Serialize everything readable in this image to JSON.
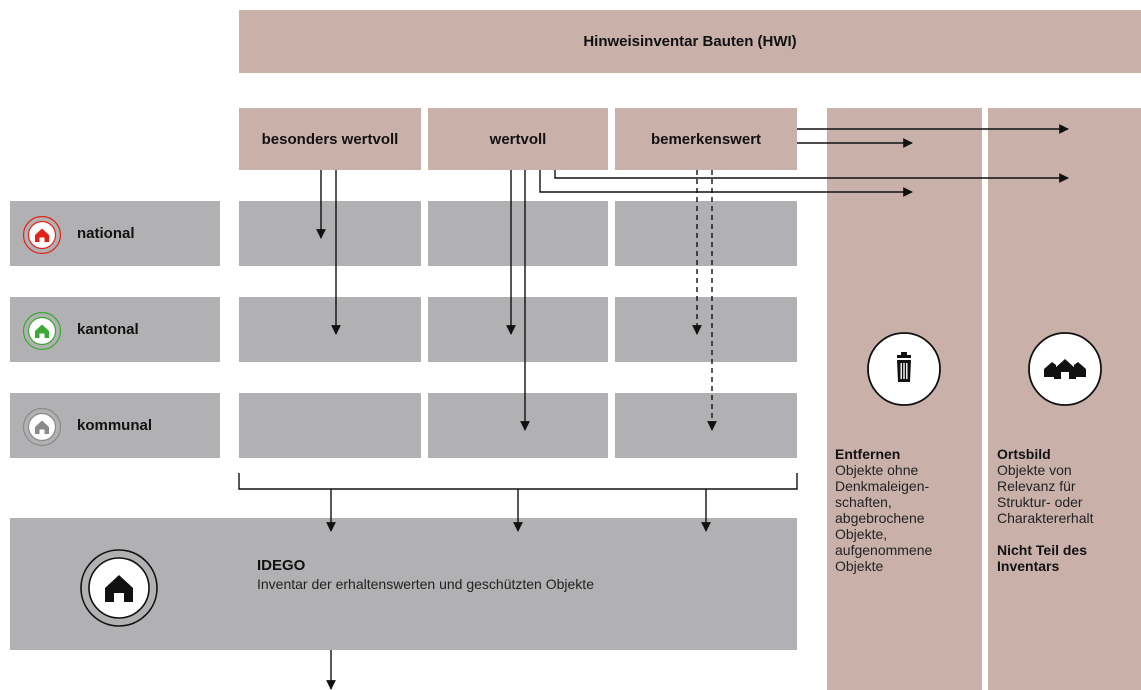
{
  "header": {
    "title": "Hinweisinventar Bauten (HWI)"
  },
  "categories": [
    {
      "label": "besonders wertvoll"
    },
    {
      "label": "wertvoll"
    },
    {
      "label": "bemerkenswert"
    }
  ],
  "levels": [
    {
      "label": "national",
      "color": "#e2231a"
    },
    {
      "label": "kantonal",
      "color": "#3aa935"
    },
    {
      "label": "kommunal",
      "color": "#8a8a8a"
    }
  ],
  "idego": {
    "title": "IDEGO",
    "subtitle": "Inventar der erhaltenswerten und geschützten Objekte"
  },
  "entfernen": {
    "title": "Entfernen",
    "lines": [
      "Objekte ohne",
      "Denkmaleigen-",
      "schaften,",
      "abgebrochene",
      "Objekte,",
      "aufgenommene",
      "Objekte"
    ],
    "icon": "trash-icon"
  },
  "ortsbild": {
    "title": "Ortsbild",
    "lines": [
      "Objekte von",
      "Relevanz für",
      "Struktur- oder",
      "Charaktererhalt"
    ],
    "note_lines": [
      "Nicht Teil des",
      "Inventars"
    ],
    "icon": "houses-icon"
  },
  "colors": {
    "pink": "#c9b1aa",
    "gray": "#b1b1b3"
  }
}
